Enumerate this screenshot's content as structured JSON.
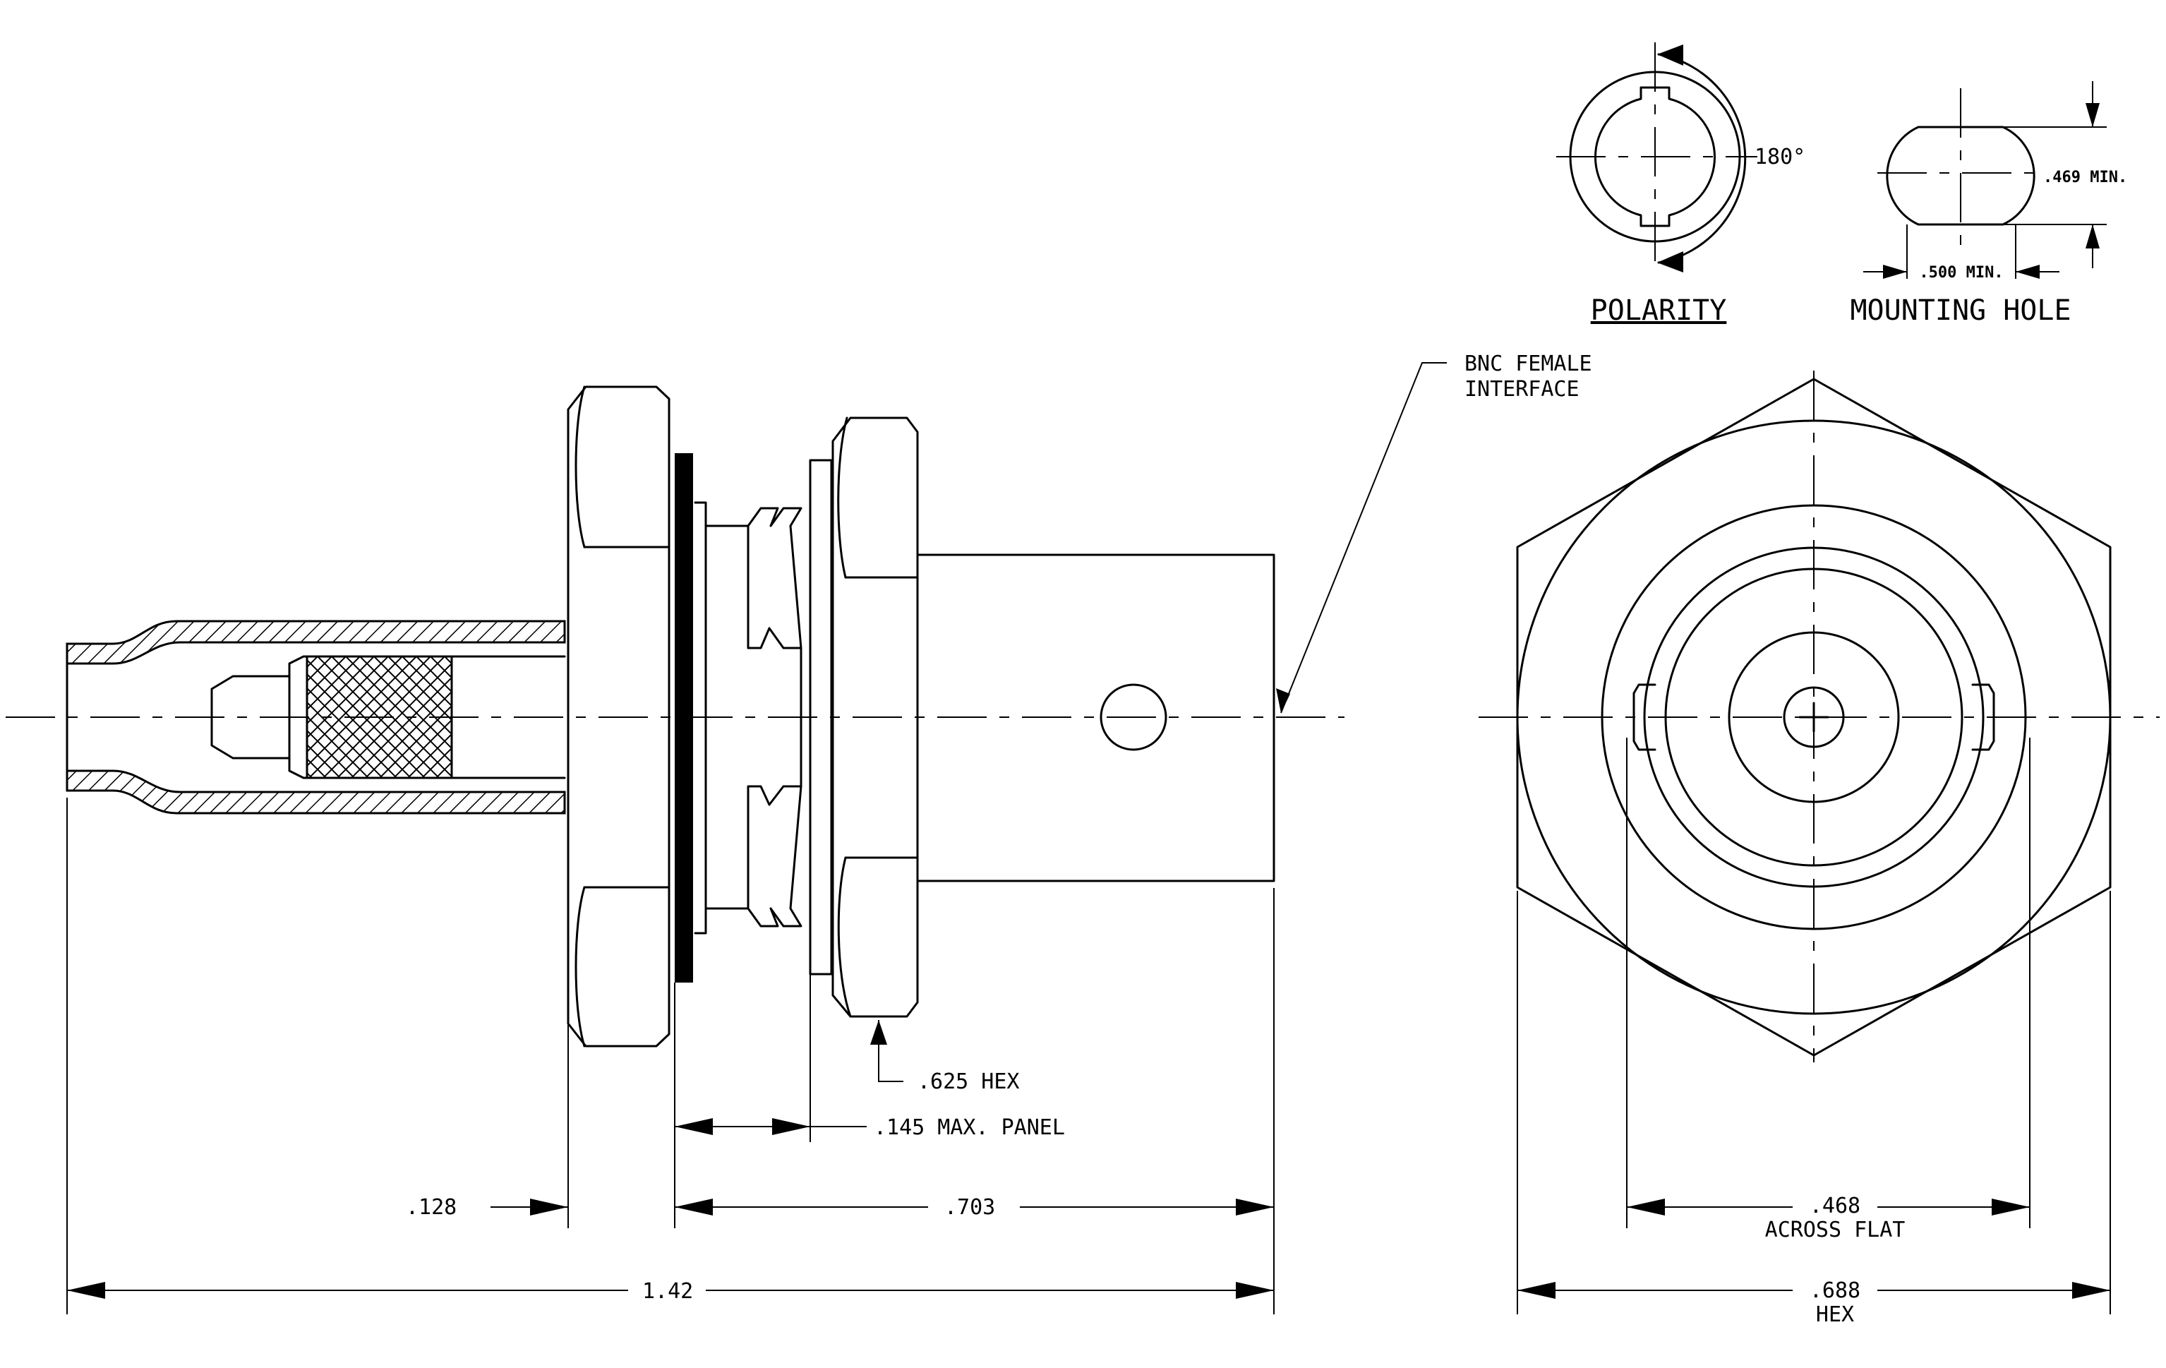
{
  "views": {
    "polarity": {
      "title": "POLARITY",
      "angle_label": "180°"
    },
    "mounting_hole": {
      "title": "MOUNTING HOLE",
      "height_label": ".469 MIN.",
      "width_label": ".500 MIN."
    }
  },
  "callouts": {
    "interface_line1": "BNC FEMALE",
    "interface_line2": "INTERFACE",
    "front_hex": ".625 HEX",
    "panel": ".145 MAX. PANEL"
  },
  "dimensions": {
    "left_offset": ".128",
    "body_length": ".703",
    "overall_length": "1.42",
    "across_flat_value": ".468",
    "across_flat_label": "ACROSS FLAT",
    "hex_value": ".688",
    "hex_label": "HEX"
  }
}
